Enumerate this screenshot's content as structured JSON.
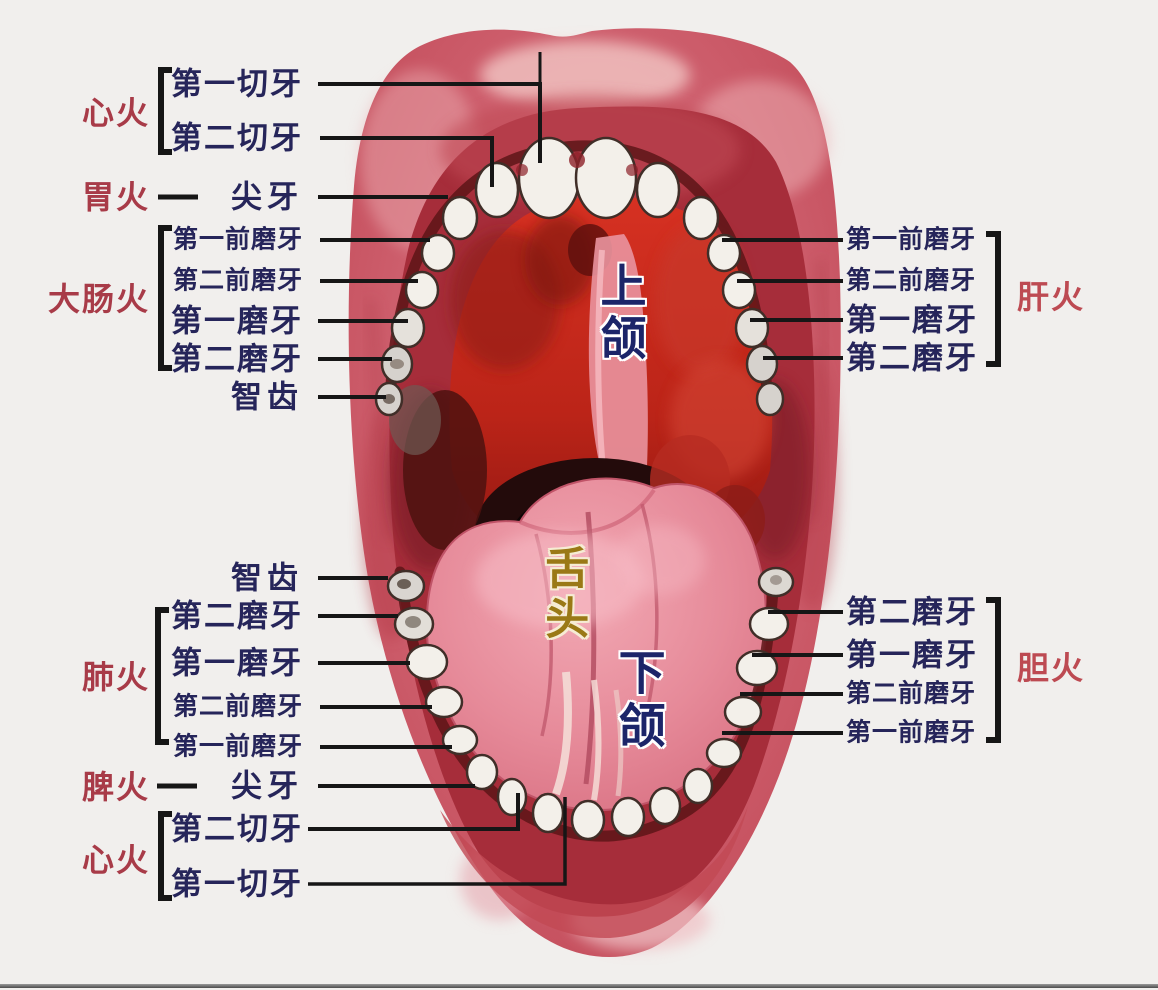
{
  "colors": {
    "background": "#f1efed",
    "tooth_label": "#26255a",
    "organ_label_left": "#a83b48",
    "organ_label_right": "#bd4a52",
    "jaw_label": "#1c2569",
    "tongue_label": "#9a7916",
    "leader_line": "#161616"
  },
  "organs": {
    "upper_heart": "心火",
    "stomach": "胃火",
    "large_intestine": "大肠火",
    "liver": "肝火",
    "lung": "肺火",
    "spleen": "脾火",
    "lower_heart": "心火",
    "gallbladder": "胆火"
  },
  "teeth_labels": {
    "upper_left": [
      "第一切牙",
      "第二切牙",
      "尖牙",
      "第一前磨牙",
      "第二前磨牙",
      "第一磨牙",
      "第二磨牙",
      "智齿"
    ],
    "upper_right": [
      "第一前磨牙",
      "第二前磨牙",
      "第一磨牙",
      "第二磨牙"
    ],
    "lower_left": [
      "智齿",
      "第二磨牙",
      "第一磨牙",
      "第二前磨牙",
      "第一前磨牙",
      "尖牙",
      "第二切牙",
      "第一切牙"
    ],
    "lower_right": [
      "第二磨牙",
      "第一磨牙",
      "第二前磨牙",
      "第一前磨牙"
    ]
  },
  "center_labels": {
    "upper_jaw": "上颌",
    "tongue": "舌头",
    "lower_jaw": "下颌"
  }
}
